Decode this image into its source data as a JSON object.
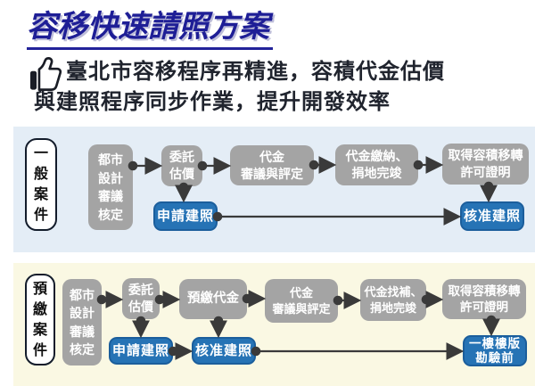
{
  "header": {
    "title": "容移快速請照方案",
    "endorse_icon": "thumbs-up-icon",
    "subtitle_line1": "臺北市容移程序再精進，容積代金估價",
    "subtitle_line2": "與建照程序同步作業，提升開發效率"
  },
  "colors": {
    "title_navy": "#1e1e96",
    "section_general_bg": "#e4edf6",
    "section_prepaid_bg": "#faf8e3",
    "flow_box_gray": "#a4a4a4",
    "permit_box_blue": "#2673b5",
    "permit_box_border": "#1b5e9c",
    "connector": "#3a3a3a"
  },
  "sections": [
    {
      "id": "general",
      "label": "一\n般\n案\n件",
      "flow": [
        {
          "text": "都市\n設計\n審議\n核定"
        },
        {
          "text": "委託\n估價"
        },
        {
          "text": "代金\n審議與評定"
        },
        {
          "text": "代金繳納、\n捐地完竣"
        },
        {
          "text": "取得容積移轉\n許可證明"
        }
      ],
      "permits": [
        {
          "text": "申請建照"
        },
        {
          "text": "核准建照"
        }
      ]
    },
    {
      "id": "prepaid",
      "label": "預\n繳\n案\n件",
      "flow": [
        {
          "text": "都市\n設計\n審議\n核定"
        },
        {
          "text": "委託\n估價"
        },
        {
          "text": "預繳代金"
        },
        {
          "text": "代金\n審議與評定"
        },
        {
          "text": "代金找補、\n捐地完竣"
        },
        {
          "text": "取得容積移轉\n許可證明"
        }
      ],
      "permits": [
        {
          "text": "申請建照"
        },
        {
          "text": "核准建照"
        },
        {
          "text": "一樓樓版\n勘驗前"
        }
      ]
    }
  ]
}
